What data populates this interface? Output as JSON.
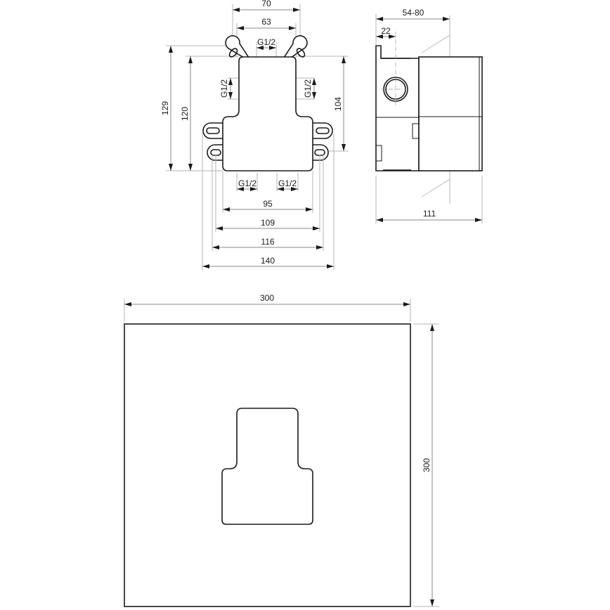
{
  "drawing": {
    "type": "technical installation drawing",
    "colors": {
      "line": "#1a1a1a",
      "dimension": "#8a8a8a",
      "extension": "#b5b5b5",
      "background": "#ffffff"
    }
  },
  "front_view": {
    "dims": {
      "top_width_outer": "70",
      "top_width_inner": "63",
      "top_thread": "G1/2",
      "left_thread": "G1/2",
      "right_thread": "G1/2",
      "height_total": "129",
      "height_body": "120",
      "height_right": "104",
      "bottom_thread_left": "G1/2",
      "bottom_thread_right": "G1/2",
      "width_95": "95",
      "width_109": "109",
      "width_116": "116",
      "width_140": "140"
    }
  },
  "side_view": {
    "dims": {
      "depth_range": "54-80",
      "pipe_offset": "22",
      "total_depth": "111"
    }
  },
  "cover_plate": {
    "dims": {
      "width": "300",
      "height": "300"
    }
  }
}
